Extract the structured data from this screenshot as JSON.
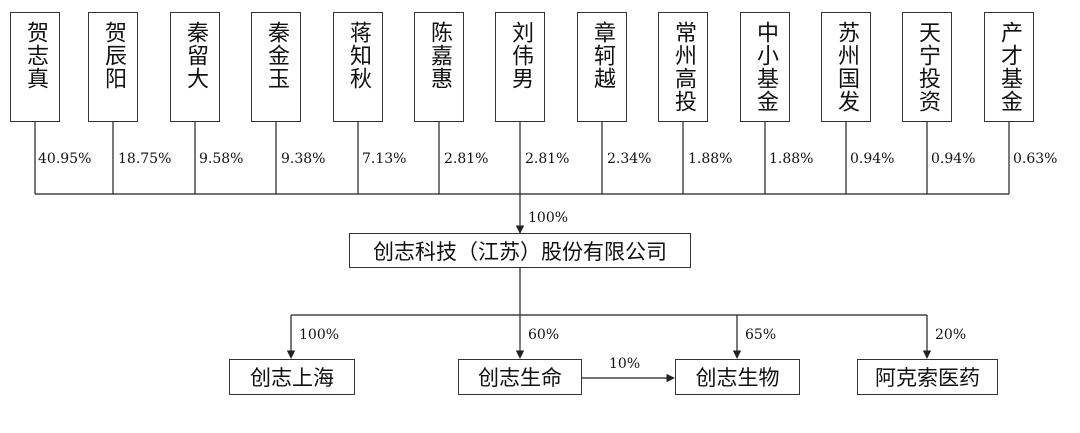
{
  "shareholders": [
    {
      "name": "贺志真",
      "pct": "40.95%"
    },
    {
      "name": "贺辰阳",
      "pct": "18.75%"
    },
    {
      "name": "秦留大",
      "pct": "9.58%"
    },
    {
      "name": "秦金玉",
      "pct": "9.38%"
    },
    {
      "name": "蒋知秋",
      "pct": "7.13%"
    },
    {
      "name": "陈嘉惠",
      "pct": "2.81%"
    },
    {
      "name": "刘伟男",
      "pct": "2.81%"
    },
    {
      "name": "章轲越",
      "pct": "2.34%"
    },
    {
      "name": "常州高投",
      "pct": "1.88%"
    },
    {
      "name": "中小基金",
      "pct": "1.88%"
    },
    {
      "name": "苏州国发",
      "pct": "0.94%"
    },
    {
      "name": "天宁投资",
      "pct": "0.94%"
    },
    {
      "name": "产才基金",
      "pct": "0.63%"
    }
  ],
  "company": {
    "name": "创志科技（江苏）股份有限公司",
    "ownership_pct": "100%"
  },
  "subsidiaries": [
    {
      "name": "创志上海",
      "pct": "100%"
    },
    {
      "name": "创志生命",
      "pct": "60%"
    },
    {
      "name": "创志生物",
      "pct": "65%"
    },
    {
      "name": "阿克索医药",
      "pct": "20%"
    }
  ],
  "cross_link": {
    "from": "创志生命",
    "to": "创志生物",
    "pct": "10%"
  }
}
